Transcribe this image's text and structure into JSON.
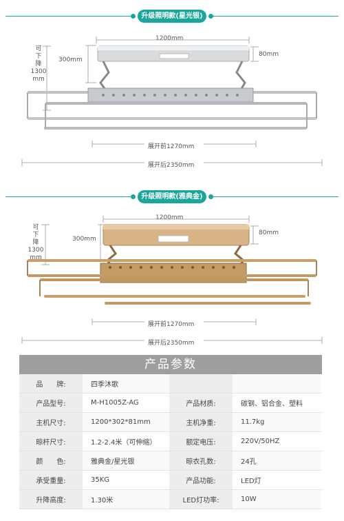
{
  "section1": {
    "title": "升级照明款(星光银)",
    "dim_top": "1200mm",
    "dim_left": "300mm",
    "dim_right": "80mm",
    "lift": [
      "可",
      "下",
      "降",
      "1300",
      "mm"
    ],
    "dim_before": "展开前1270mm",
    "dim_after": "展开后2350mm"
  },
  "section2": {
    "title": "升级照明款(雅典金)",
    "dim_top": "1200mm",
    "dim_left": "300mm",
    "dim_right": "80mm",
    "lift": [
      "可",
      "下",
      "降",
      "1300",
      "mm"
    ],
    "dim_before": "展开前1270mm",
    "dim_after": "展开后2350mm"
  },
  "colors": {
    "accent": "#1aa69a",
    "silver": "#bfc3c7",
    "gold": "#c9a06a",
    "table_header": "#9e9e9e"
  },
  "params": {
    "title": "产品参数",
    "rows": [
      [
        "品　　牌:",
        "四季沐歌",
        "",
        ""
      ],
      [
        "产品型号:",
        "M-H1005Z-AG",
        "产品材质:",
        "碳钢、铝合金、塑料"
      ],
      [
        "主机尺寸:",
        "1200*302*81mm",
        "主机净重:",
        "11.7kg"
      ],
      [
        "晾杆尺寸:",
        "1.2-2.4米（可伸缩）",
        "额定电压:",
        "220V/50HZ"
      ],
      [
        "颜　　色:",
        "雅典金/星光银",
        "晾衣孔数:",
        "24孔"
      ],
      [
        "承受重量:",
        "35KG",
        "产品功能:",
        "LED灯"
      ],
      [
        "升降高度:",
        "1.30米",
        "LED灯功率:",
        "10W"
      ]
    ]
  }
}
